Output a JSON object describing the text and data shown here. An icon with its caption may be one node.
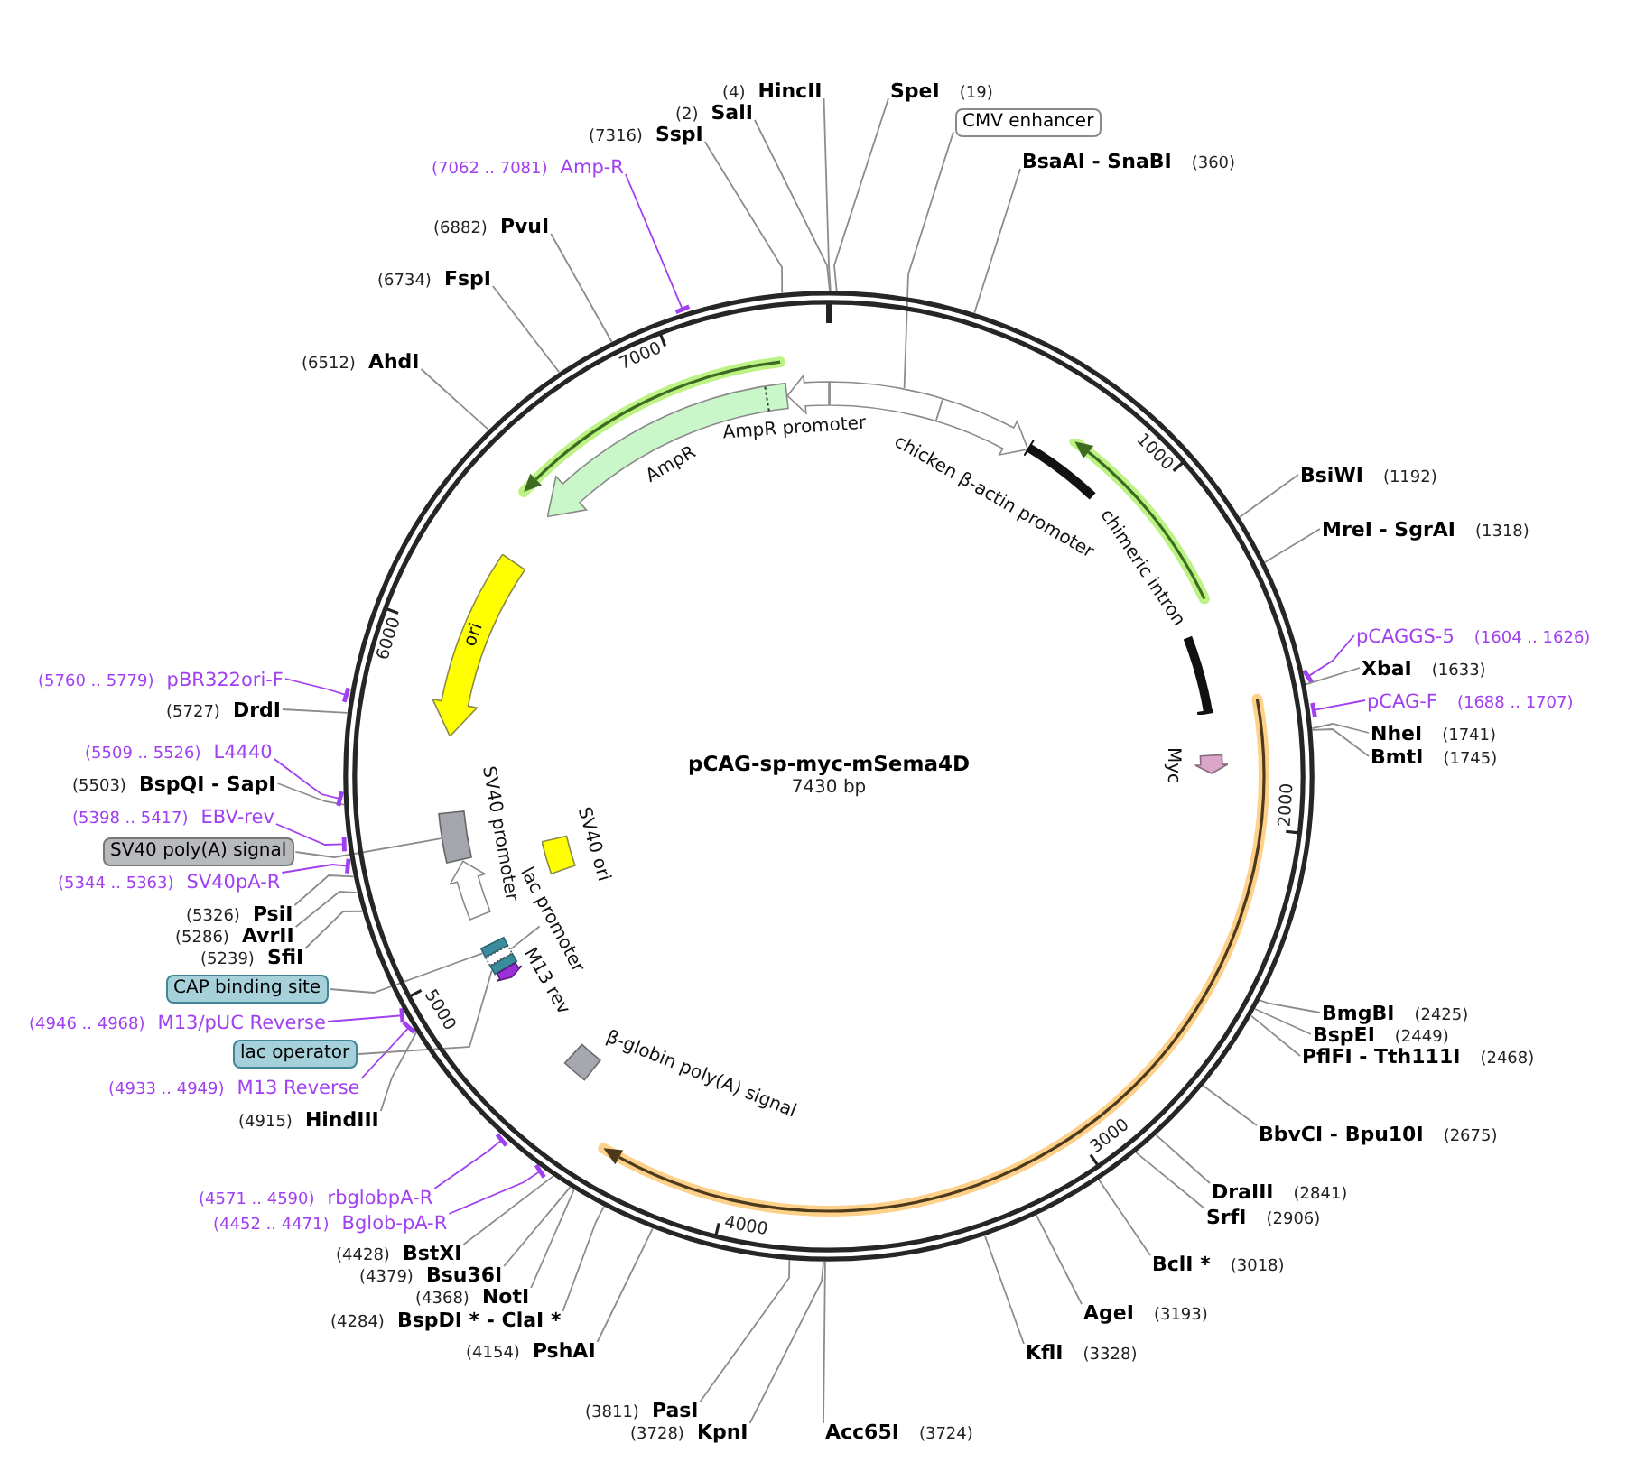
{
  "diagram": {
    "nodes": [
      {
        "text": [
          "pCAG-sp-myc-mSema4D",
          "7430 bp"
        ]
      },
      {
        "text": [
          "(2)",
          "SalI"
        ]
      },
      {
        "text": [
          "(4)",
          "HincII"
        ]
      },
      {
        "text": [
          "SpeI",
          "(19)"
        ]
      },
      {
        "text": [
          "CMV enhancer"
        ]
      },
      {
        "text": [],
        "shape": "box",
        "in": 0
      },
      {
        "text": [
          "chicken β-actin promoter"
        ],
        "in": 0
      },
      {
        "text": [
          "BsaAI - SnaBI",
          "(360)"
        ]
      },
      {
        "text": [
          "chimeric intron"
        ],
        "in": 0
      },
      {
        "text": [
          "BsiWI",
          "(1192)"
        ]
      },
      {
        "text": [
          "MreI - SgrAI",
          "(1318)"
        ]
      },
      {
        "text": [
          "pCAGGS-5",
          "(1604 .. 1626)"
        ]
      },
      {
        "text": [
          "XbaI",
          "(1633)"
        ]
      },
      {
        "text": [
          "pCAG-F",
          "(1688 .. 1707)"
        ]
      },
      {
        "text": [
          "NheI",
          "(1741)"
        ]
      },
      {
        "text": [
          "BmtI",
          "(1745)"
        ]
      },
      {
        "text": [
          "Myc"
        ],
        "in": 0
      },
      {
        "text": [
          "BmgBI",
          "(2425)"
        ]
      },
      {
        "text": [
          "BspEI",
          "(2449)"
        ]
      },
      {
        "text": [
          "PflFI - Tth111I",
          "(2468)"
        ]
      },
      {
        "text": [
          "BbvCI - Bpu10I",
          "(2675)"
        ]
      },
      {
        "text": [
          "DraIII",
          "(2841)"
        ]
      },
      {
        "text": [
          "SrfI",
          "(2906)"
        ]
      },
      {
        "text": [
          "BclI *",
          "(3018)"
        ]
      },
      {
        "text": [
          "AgeI",
          "(3193)"
        ]
      },
      {
        "text": [
          "KflI",
          "(3328)"
        ]
      },
      {
        "text": [
          "Acc65I",
          "(3724)"
        ]
      },
      {
        "text": [
          "(3728)",
          "KpnI"
        ]
      },
      {
        "text": [
          "(3811)",
          "PasI"
        ]
      },
      {
        "text": [
          "(4154)",
          "PshAI"
        ]
      },
      {
        "text": [
          "(4284)",
          "BspDI * - ClaI *"
        ]
      },
      {
        "text": [
          "(4368)",
          "NotI"
        ]
      },
      {
        "text": [
          "(4379)",
          "Bsu36I"
        ]
      },
      {
        "text": [
          "(4428)",
          "BstXI"
        ]
      },
      {
        "text": [
          "(4452 .. 4471)",
          "Bglob-pA-R"
        ]
      },
      {
        "text": [
          "β-globin poly(A) signal"
        ],
        "in": 0
      },
      {
        "text": [
          "(4571 .. 4590)",
          "rbglobpA-R"
        ]
      },
      {
        "text": [
          "(4915)",
          "HindIII"
        ]
      },
      {
        "text": [
          "(4933 .. 4949)",
          "M13 Reverse"
        ]
      },
      {
        "text": [
          "M13 rev"
        ],
        "in": 0
      },
      {
        "text": [
          "lac operator"
        ]
      },
      {
        "text": [],
        "shape": "box",
        "in": 0
      },
      {
        "text": [
          "(4946 .. 4968)",
          "M13/pUC Reverse"
        ]
      },
      {
        "text": [
          "lac promoter"
        ],
        "in": 0
      },
      {
        "text": [],
        "shape": "box",
        "in": 0
      },
      {
        "text": [
          "CAP binding site"
        ]
      },
      {
        "text": [],
        "shape": "box",
        "in": 0
      },
      {
        "text": [
          "SV40 promoter"
        ],
        "in": 0
      },
      {
        "text": [
          "SV40 ori"
        ],
        "in": 0
      },
      {
        "text": [
          "(5239)",
          "SfiI"
        ]
      },
      {
        "text": [
          "(5286)",
          "AvrII"
        ]
      },
      {
        "text": [
          "(5326)",
          "PsiI"
        ]
      },
      {
        "text": [
          "(5344 .. 5363)",
          "SV40pA-R"
        ]
      },
      {
        "text": [
          "SV40 poly(A) signal"
        ]
      },
      {
        "text": [],
        "shape": "box",
        "in": 0
      },
      {
        "text": [
          "(5398 .. 5417)",
          "EBV-rev"
        ]
      },
      {
        "text": [
          "(5503)",
          "BspQI - SapI"
        ]
      },
      {
        "text": [
          "(5509 .. 5526)",
          "L4440"
        ]
      },
      {
        "text": [
          "ori"
        ],
        "in": 0
      },
      {
        "text": [
          "(5727)",
          "DrdI"
        ]
      },
      {
        "text": [
          "(5760 .. 5779)",
          "pBR322ori-F"
        ]
      },
      {
        "text": [
          "AmpR"
        ],
        "in": 0
      },
      {
        "text": [
          "(6512)",
          "AhdI"
        ]
      },
      {
        "text": [
          "(6734)",
          "FspI"
        ]
      },
      {
        "text": [
          "(6882)",
          "PvuI"
        ]
      },
      {
        "text": [
          "(7062 .. 7081)",
          "Amp-R"
        ]
      },
      {
        "text": [
          "(7316)",
          "SspI"
        ]
      },
      {
        "text": [
          "AmpR promoter"
        ],
        "in": 0
      }
    ],
    "edges": [
      {
        "from": 1,
        "to": 0,
        "arrow": "none"
      },
      {
        "from": 2,
        "to": 0,
        "arrow": "none"
      },
      {
        "from": 3,
        "to": 0,
        "arrow": "none"
      },
      {
        "from": 4,
        "to": 5,
        "arrow": "none"
      },
      {
        "from": 7,
        "to": 0,
        "arrow": "none"
      },
      {
        "from": 9,
        "to": 0,
        "arrow": "none"
      },
      {
        "from": 10,
        "to": 0,
        "arrow": "none"
      },
      {
        "from": 11,
        "to": 0,
        "arrow": "other",
        "color": "#a040f0"
      },
      {
        "from": 12,
        "to": 0,
        "arrow": "none"
      },
      {
        "from": 13,
        "to": 0,
        "arrow": "other",
        "color": "#a040f0"
      },
      {
        "from": 14,
        "to": 0,
        "arrow": "none"
      },
      {
        "from": 15,
        "to": 0,
        "arrow": "none"
      },
      {
        "from": 17,
        "to": 0,
        "arrow": "none"
      },
      {
        "from": 18,
        "to": 0,
        "arrow": "none"
      },
      {
        "from": 19,
        "to": 0,
        "arrow": "none"
      },
      {
        "from": 20,
        "to": 0,
        "arrow": "none"
      },
      {
        "from": 21,
        "to": 0,
        "arrow": "none"
      },
      {
        "from": 22,
        "to": 0,
        "arrow": "none"
      },
      {
        "from": 23,
        "to": 0,
        "arrow": "none"
      },
      {
        "from": 24,
        "to": 0,
        "arrow": "none"
      },
      {
        "from": 25,
        "to": 0,
        "arrow": "none"
      },
      {
        "from": 26,
        "to": 0,
        "arrow": "none"
      },
      {
        "from": 27,
        "to": 0,
        "arrow": "none"
      },
      {
        "from": 28,
        "to": 0,
        "arrow": "none"
      },
      {
        "from": 29,
        "to": 0,
        "arrow": "none"
      },
      {
        "from": 30,
        "to": 0,
        "arrow": "none"
      },
      {
        "from": 31,
        "to": 0,
        "arrow": "none"
      },
      {
        "from": 32,
        "to": 0,
        "arrow": "none"
      },
      {
        "from": 33,
        "to": 0,
        "arrow": "none"
      },
      {
        "from": 34,
        "to": 0,
        "arrow": "other",
        "color": "#a040f0"
      },
      {
        "from": 36,
        "to": 0,
        "arrow": "other",
        "color": "#a040f0"
      },
      {
        "from": 37,
        "to": 0,
        "arrow": "none"
      },
      {
        "from": 38,
        "to": 0,
        "arrow": "other",
        "color": "#a040f0"
      },
      {
        "from": 40,
        "to": 41,
        "arrow": "none"
      },
      {
        "from": 42,
        "to": 0,
        "arrow": "other",
        "color": "#a040f0"
      },
      {
        "from": 43,
        "to": 44,
        "arrow": "none"
      },
      {
        "from": 45,
        "to": 46,
        "arrow": "none"
      },
      {
        "from": 49,
        "to": 0,
        "arrow": "none"
      },
      {
        "from": 50,
        "to": 0,
        "arrow": "none"
      },
      {
        "from": 51,
        "to": 0,
        "arrow": "none"
      },
      {
        "from": 52,
        "to": 0,
        "arrow": "other",
        "color": "#a040f0"
      },
      {
        "from": 53,
        "to": 54,
        "arrow": "none"
      },
      {
        "from": 55,
        "to": 0,
        "arrow": "other",
        "color": "#a040f0"
      },
      {
        "from": 56,
        "to": 0,
        "arrow": "none"
      },
      {
        "from": 57,
        "to": 0,
        "arrow": "other",
        "color": "#a040f0"
      },
      {
        "from": 59,
        "to": 0,
        "arrow": "none"
      },
      {
        "from": 60,
        "to": 0,
        "arrow": "other",
        "color": "#a040f0"
      },
      {
        "from": 62,
        "to": 0,
        "arrow": "none"
      },
      {
        "from": 63,
        "to": 0,
        "arrow": "none"
      },
      {
        "from": 64,
        "to": 0,
        "arrow": "none"
      },
      {
        "from": 65,
        "to": 0,
        "arrow": "other",
        "color": "#a040f0"
      },
      {
        "from": 66,
        "to": 0,
        "arrow": "none"
      }
    ],
    "labels": [
      "7000",
      "1000",
      "6000",
      "2000",
      "5000",
      "3000",
      "4000"
    ]
  }
}
